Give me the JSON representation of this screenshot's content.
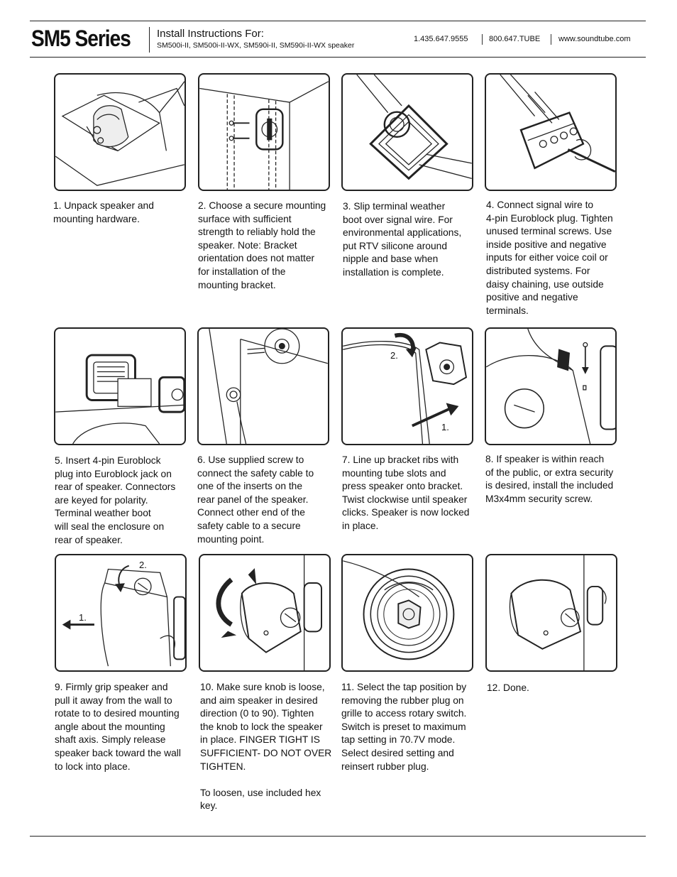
{
  "header": {
    "brand": "SM5 Series",
    "title": "Install Instructions For:",
    "models": "SM500i-II, SM500i-II-WX, SM590i-II, SM590i-II-WX speaker",
    "phone1": "1.435.647.9555",
    "phone2": "800.647.TUBE",
    "website": "www.soundtube.com"
  },
  "steps": [
    {
      "text": "1.  Unpack speaker and\nmounting hardware.",
      "icon": "unpack-illustration"
    },
    {
      "text": "2.  Choose a secure mounting\nsurface with sufficient\nstrength to reliably hold the\nspeaker.  Note: Bracket\norientation does not matter\nfor installation of the\nmounting bracket.",
      "icon": "bracket-mount-illustration"
    },
    {
      "text": "3.  Slip terminal weather\nboot over signal wire. For\nenvironmental applications,\nput RTV silicone around\nnipple and base when\ninstallation is complete.",
      "icon": "weather-boot-illustration"
    },
    {
      "text": "4.  Connect signal wire to\n4-pin Euroblock plug. Tighten\nunused terminal screws. Use\ninside positive and negative\ninputs for either voice coil or\ndistributed systems.  For\ndaisy chaining, use outside\npositive and negative\n terminals.",
      "icon": "euroblock-plug-illustration"
    },
    {
      "text": "5.  Insert 4-pin Euroblock\nplug into Euroblock jack on\nrear of speaker. Connectors\nare keyed for polarity.\nTerminal weather boot\nwill seal the enclosure on\nrear of speaker.",
      "icon": "euroblock-jack-illustration"
    },
    {
      "text": "6.  Use supplied screw to\nconnect the safety cable to\none of the inserts on the\nrear panel of the speaker.\nConnect other end of the\nsafety cable to a secure\nmounting point.",
      "icon": "safety-cable-illustration"
    },
    {
      "text": "7.  Line up bracket ribs with\nmounting tube slots and\npress speaker onto bracket.\nTwist clockwise until speaker\nclicks. Speaker is now locked\nin place.",
      "icon": "twist-lock-illustration",
      "labels": [
        "2.",
        "1."
      ]
    },
    {
      "text": "8.  If speaker is within reach\nof the public, or extra security\nis desired, install the included\nM3x4mm security screw.",
      "icon": "security-screw-illustration"
    },
    {
      "text": "9.  Firmly grip speaker and\npull it away from the wall to\nrotate to to desired mounting\nangle about the mounting\nshaft axis. Simply release\nspeaker back toward the wall\n to lock into place.",
      "icon": "rotate-speaker-illustration",
      "labels": [
        "2.",
        "1."
      ]
    },
    {
      "text": "10.  Make sure knob is loose,\nand aim speaker in desired\ndirection (0 to 90). Tighten\nthe knob to lock the speaker\nin place. FINGER TIGHT IS\nSUFFICIENT- DO NOT OVER\nTIGHTEN.\n\nTo loosen, use included hex\nkey.",
      "icon": "aim-speaker-illustration"
    },
    {
      "text": "11. Select the tap position by\nremoving the rubber plug on\ngrille to access rotary switch.\nSwitch is  preset  to maximum\ntap setting in 70.7V mode.\nSelect desired setting  and\nreinsert  rubber plug.",
      "icon": "rotary-switch-illustration"
    },
    {
      "text": "12. Done.",
      "icon": "installed-speaker-illustration"
    }
  ]
}
